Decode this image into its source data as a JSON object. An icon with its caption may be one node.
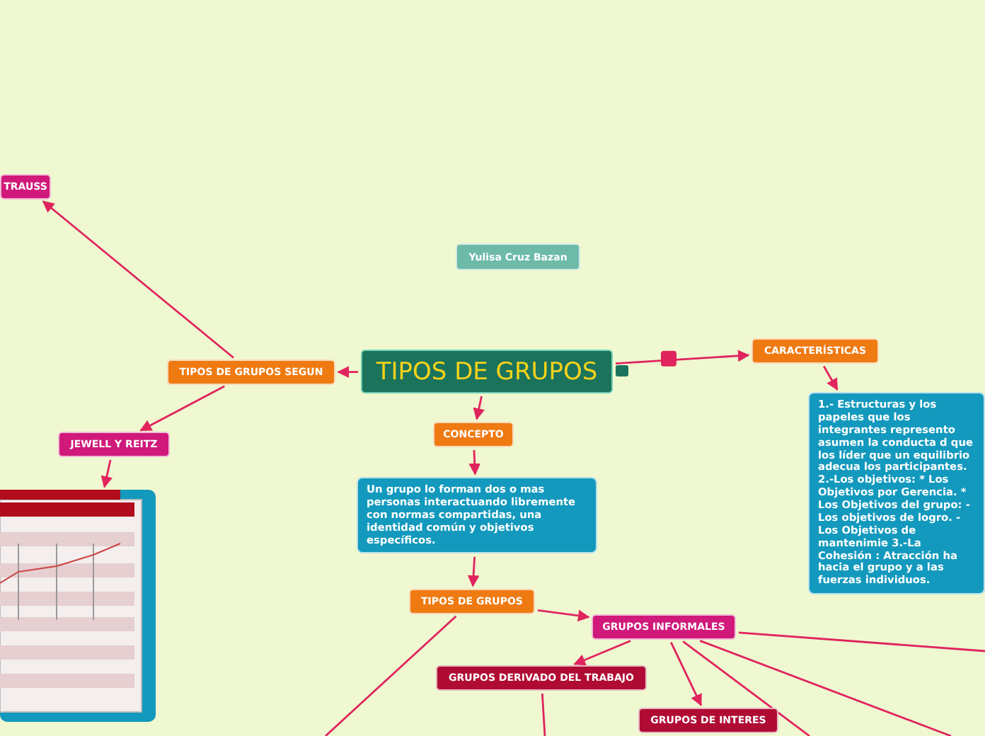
{
  "diagram": {
    "nodes": [
      {
        "text": [
          "TIPOS DE GRUPOS"
        ]
      },
      {
        "text": [
          "Yulisa Cruz Bazan"
        ]
      },
      {
        "text": [
          "TIPOS DE GRUPOS SEGUN"
        ]
      },
      {
        "text": [
          "TRAUSS"
        ]
      },
      {
        "text": [
          "JEWELL Y REITZ"
        ]
      },
      {
        "text": [],
        "shape": "picture"
      },
      {
        "text": [
          "CARACTERÍSTICAS"
        ]
      },
      {
        "text": [
          "1.- Estructuras y los  papeles que los integrantes represento asumen la conducta d que los líder que un  equilibrio adecua los participantes. 2.-Los objetivos: * Los  Objetivos por Gerencia. * Los  Objetivos  del grupo: -Los objetivos de logro. -Los Objetivos de mantenimie 3.-La Cohesión :  Atracción ha hacia el grupo  y a las fuerzas individuos."
        ]
      },
      {
        "text": [
          "CONCEPTO"
        ]
      },
      {
        "text": [
          "Un grupo lo forman  dos o mas personas interactuando libremente con normas compartidas, una identidad común y objetivos específicos."
        ]
      },
      {
        "text": [
          "TIPOS DE GRUPOS"
        ]
      },
      {
        "text": [
          "GRUPOS INFORMALES"
        ]
      },
      {
        "text": [
          "GRUPOS DERIVADO DEL TRABAJO"
        ]
      },
      {
        "text": [
          "GRUPOS DE INTERES"
        ]
      }
    ],
    "edges": [
      {
        "from": 0,
        "to": 2,
        "arrow": "to"
      },
      {
        "from": 2,
        "to": 3,
        "arrow": "to"
      },
      {
        "from": 2,
        "to": 4,
        "arrow": "to"
      },
      {
        "from": 4,
        "to": 5,
        "arrow": "to"
      },
      {
        "from": 0,
        "to": 6,
        "arrow": "to"
      },
      {
        "from": 6,
        "to": 7,
        "arrow": "to"
      },
      {
        "from": 0,
        "to": 8,
        "arrow": "to"
      },
      {
        "from": 8,
        "to": 9,
        "arrow": "to"
      },
      {
        "from": 9,
        "to": 10,
        "arrow": "to"
      },
      {
        "from": 10,
        "to": 11,
        "arrow": "to"
      },
      {
        "from": 11,
        "to": 12,
        "arrow": "to"
      },
      {
        "from": 11,
        "to": 13,
        "arrow": "to"
      },
      {
        "from": 10,
        "to": null,
        "arrow": "none"
      },
      {
        "from": 12,
        "to": null,
        "arrow": "none"
      },
      {
        "from": 11,
        "to": null,
        "arrow": "none"
      },
      {
        "from": 11,
        "to": null,
        "arrow": "none"
      },
      {
        "from": 11,
        "to": null,
        "arrow": "none"
      }
    ]
  }
}
